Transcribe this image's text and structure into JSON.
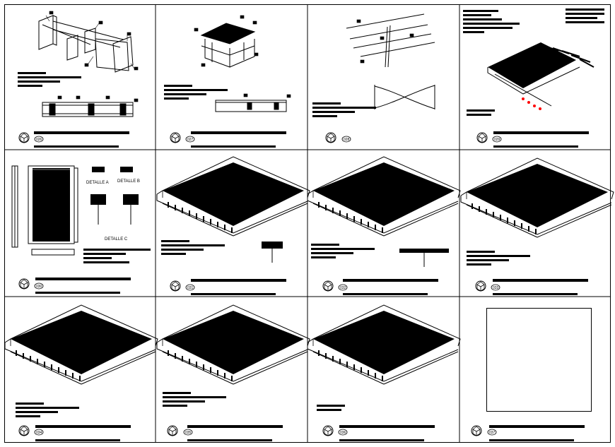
{
  "sheet": {
    "panel_numbers": [
      "026",
      "027",
      "028",
      "029",
      "030",
      "031",
      "032",
      "033",
      "034",
      "035",
      "036",
      "037"
    ],
    "detail_labels": {
      "a": "DETALLE A",
      "b": "DETALLE B",
      "c": "DETALLE C"
    }
  },
  "colors": {
    "line": "#000000",
    "background": "#ffffff",
    "marker": "#ff0000"
  }
}
